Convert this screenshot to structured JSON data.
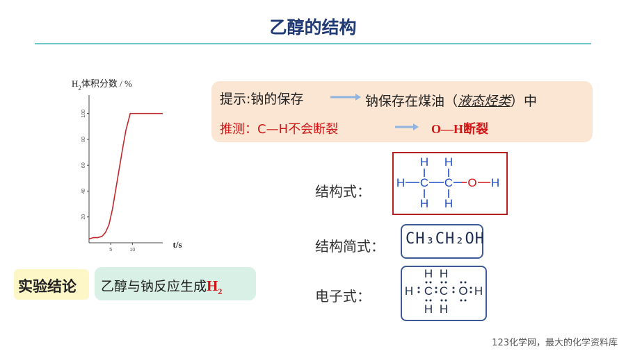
{
  "title": "乙醇的结构",
  "chart_data": {
    "type": "line",
    "ylabel": "H2体积分数 / %",
    "ylabel_main": "H",
    "ylabel_sub": "2",
    "ylabel_rest": "体积分数 / %",
    "xlabel": "t/s",
    "y_ticks": [
      "20",
      "40",
      "60",
      "80",
      "100"
    ],
    "x_ticks": [
      "5",
      "10"
    ],
    "xlim": [
      0,
      17
    ],
    "ylim": [
      0,
      110
    ],
    "series": [
      {
        "color": "#c0282a",
        "x": [
          0,
          1,
          2,
          3,
          3.8,
          4.6,
          5.4,
          6.2,
          7.0,
          7.8,
          8.5,
          9.5,
          12,
          17
        ],
        "y": [
          3,
          4,
          4,
          5,
          8,
          14,
          26,
          42,
          58,
          74,
          87,
          100,
          100,
          100
        ]
      }
    ]
  },
  "hint": {
    "label": "提示:钠的保存",
    "arrow_icon": "arrow-right-icon",
    "result_prefix": "钠保存在煤油（",
    "result_emph": "液态烃类",
    "result_suffix": "）中",
    "guess": "推测：C—H不会断裂",
    "guess_result": "O—H断裂",
    "accent": "#d01818",
    "bg": "#fbe5d3"
  },
  "structural_label": "结构式：",
  "simple_label": "结构简式：",
  "simple_formula": "CH₃CH₂OH",
  "electron_label": "电子式：",
  "structural_atoms": {
    "h": "H",
    "c": "C",
    "o": "O"
  },
  "conclusion": {
    "left": "实验结论",
    "right": "乙醇与钠反应生成",
    "h2_main": "H",
    "h2_sub": "2"
  },
  "footer": "123化学网，最大的化学资料库"
}
